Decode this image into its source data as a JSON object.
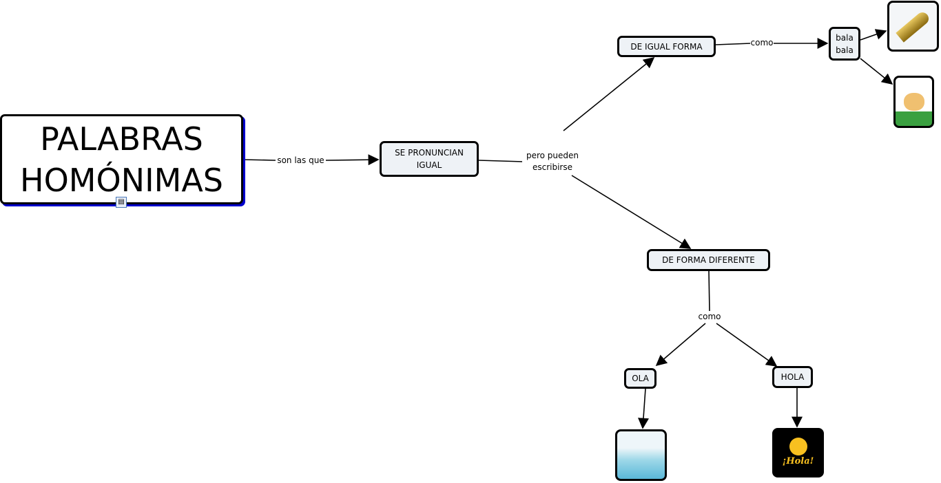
{
  "concepts": {
    "main": "PALABRAS HOMÓNIMAS",
    "pronuncian": "SE PRONUNCIAN IGUAL",
    "igual_forma": "DE IGUAL FORMA",
    "bala": "bala bala",
    "forma_diferente": "DE FORMA DIFERENTE",
    "ola": "OLA",
    "hola": "HOLA"
  },
  "links": {
    "son_las_que": "son las que",
    "pero_pueden": "pero pueden escribirse",
    "como1": "como",
    "como2": "como"
  },
  "images": {
    "bullet": "bullet-image",
    "llama": "llama-image",
    "wave": "wave-image",
    "hola_sign": "¡Hola!"
  },
  "colors": {
    "node_fill": "#eef2f6",
    "main_shadow": "#0000cc"
  }
}
